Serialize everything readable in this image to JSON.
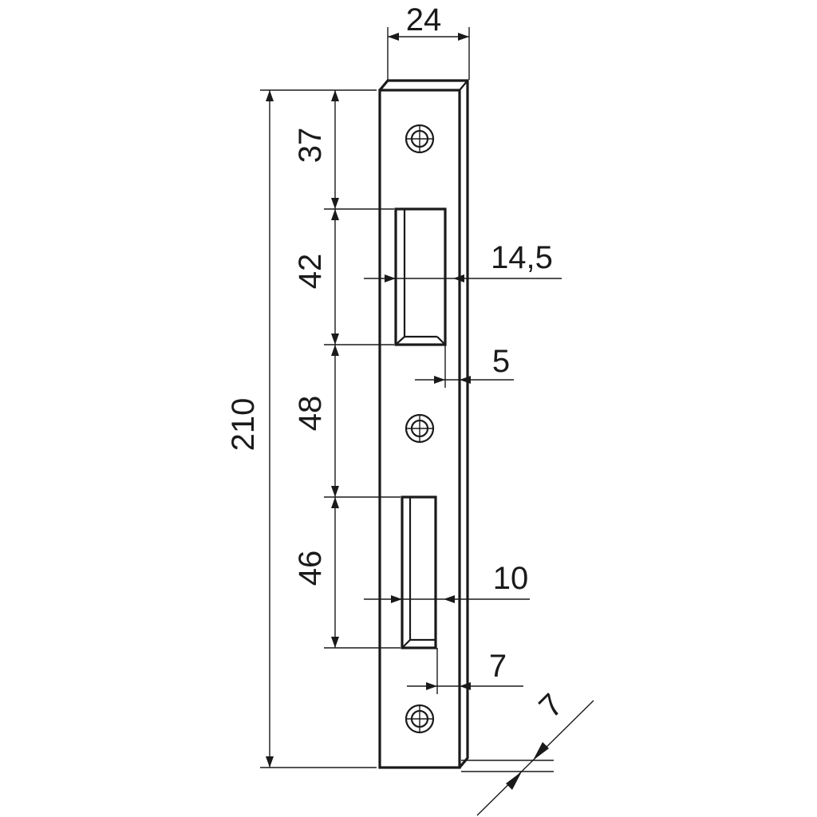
{
  "drawing": {
    "dimensions": {
      "width": "24",
      "total_height": "210",
      "top_to_latch": "37",
      "latch_height": "42",
      "latch_to_bolt": "48",
      "bolt_height": "46",
      "latch_depth": "14,5",
      "latch_edge_offset": "5",
      "bolt_depth": "10",
      "bolt_edge_offset": "7",
      "thickness": "7"
    }
  }
}
